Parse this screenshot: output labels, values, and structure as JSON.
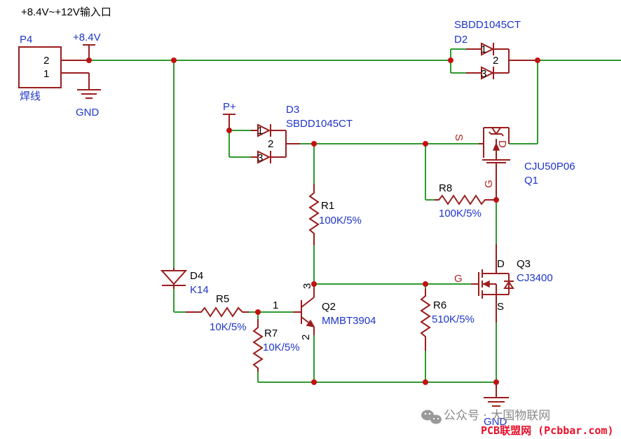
{
  "title": "+8.4V~+12V输入口",
  "connector": {
    "ref": "P4",
    "pin2": "2",
    "pin1": "1",
    "desc": "焊线"
  },
  "power": {
    "v84": "+8.4V",
    "pplus": "P+",
    "gnd": "GND"
  },
  "d2": {
    "part": "SBDD1045CT",
    "ref": "D2",
    "pinA": "1",
    "pinB": "2",
    "pinC": "3"
  },
  "d3": {
    "ref": "D3",
    "part": "SBDD1045CT",
    "pinA": "1",
    "pinB": "2",
    "pinC": "3"
  },
  "q1": {
    "part": "CJU50P06",
    "ref": "Q1",
    "s": "S",
    "g": "G",
    "d": "D"
  },
  "r8": {
    "ref": "R8",
    "value": "100K/5%"
  },
  "r1": {
    "ref": "R1",
    "value": "100K/5%"
  },
  "q3": {
    "ref": "Q3",
    "part": "CJ3400",
    "d": "D",
    "g": "G",
    "s": "S"
  },
  "d4": {
    "ref": "D4",
    "part": "K14"
  },
  "r5": {
    "ref": "R5",
    "value": "10K/5%"
  },
  "q2": {
    "ref": "Q2",
    "part": "MMBT3904",
    "p1": "1",
    "p2": "2",
    "p3": "3"
  },
  "r7": {
    "ref": "R7",
    "value": "10K/5%"
  },
  "r6": {
    "ref": "R6",
    "value": "510K/5%"
  },
  "watermark": {
    "line1": "公众号 · 大国物联网",
    "line2": "PCB联盟网 (Pcbbar.com)"
  }
}
